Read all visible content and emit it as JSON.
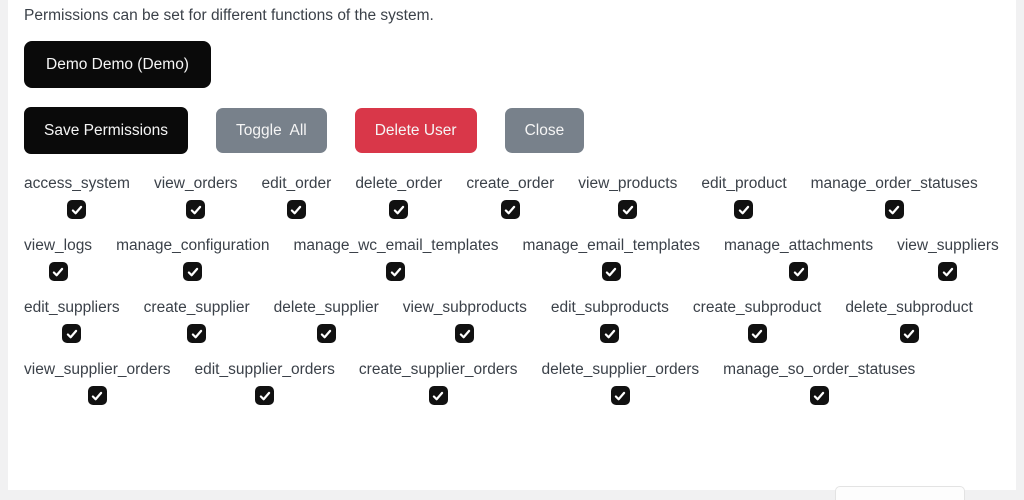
{
  "description": "Permissions can be set for different functions of the system.",
  "user": {
    "label": "Demo Demo (Demo)"
  },
  "actions": {
    "save": "Save Permissions",
    "toggle": "Toggle  All",
    "delete": "Delete User",
    "close": "Close"
  },
  "permissions": {
    "items": [
      {
        "name": "access_system",
        "checked": true
      },
      {
        "name": "view_orders",
        "checked": true
      },
      {
        "name": "edit_order",
        "checked": true
      },
      {
        "name": "delete_order",
        "checked": true
      },
      {
        "name": "create_order",
        "checked": true
      },
      {
        "name": "view_products",
        "checked": true
      },
      {
        "name": "edit_product",
        "checked": true
      },
      {
        "name": "manage_order_statuses",
        "checked": true
      },
      {
        "name": "view_logs",
        "checked": true
      },
      {
        "name": "manage_configuration",
        "checked": true
      },
      {
        "name": "manage_wc_email_templates",
        "checked": true
      },
      {
        "name": "manage_email_templates",
        "checked": true
      },
      {
        "name": "manage_attachments",
        "checked": true
      },
      {
        "name": "view_suppliers",
        "checked": true
      },
      {
        "name": "edit_suppliers",
        "checked": true
      },
      {
        "name": "create_supplier",
        "checked": true
      },
      {
        "name": "delete_supplier",
        "checked": true
      },
      {
        "name": "view_subproducts",
        "checked": true
      },
      {
        "name": "edit_subproducts",
        "checked": true
      },
      {
        "name": "create_subproduct",
        "checked": true
      },
      {
        "name": "delete_subproduct",
        "checked": true
      },
      {
        "name": "view_supplier_orders",
        "checked": true
      },
      {
        "name": "edit_supplier_orders",
        "checked": true
      },
      {
        "name": "create_supplier_orders",
        "checked": true
      },
      {
        "name": "delete_supplier_orders",
        "checked": true
      },
      {
        "name": "manage_so_order_statuses",
        "checked": true
      }
    ]
  },
  "colors": {
    "primary_dark": "#0a0a0a",
    "secondary_gray": "#78818b",
    "danger_red": "#d93749",
    "text": "#3b4149",
    "page_background": "#f1f1f2",
    "content_background": "#ffffff",
    "checkbox": "#111111"
  }
}
